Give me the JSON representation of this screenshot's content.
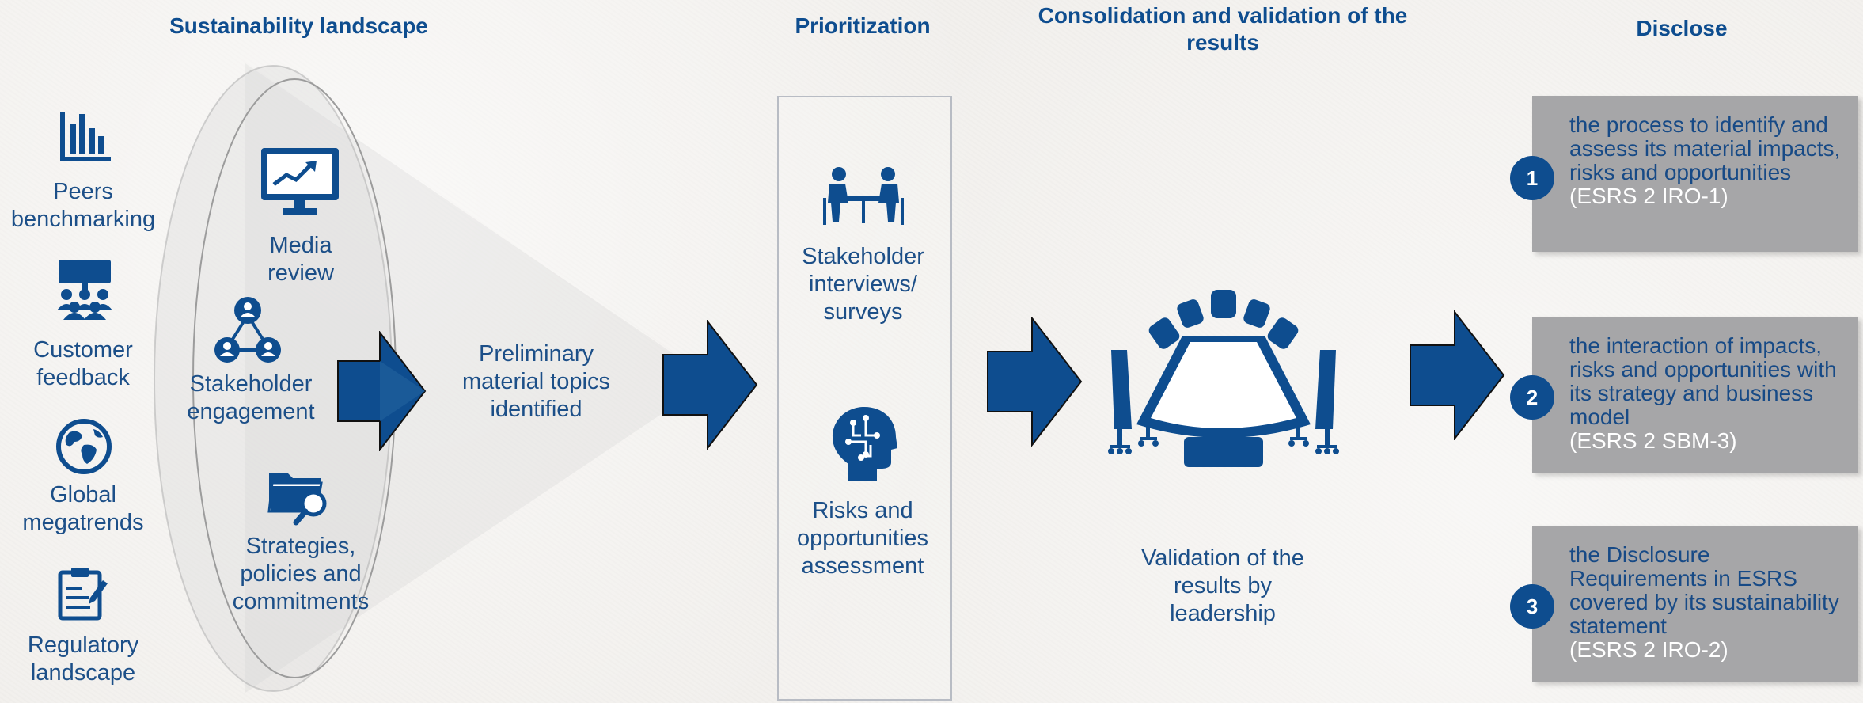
{
  "headings": {
    "landscape": "Sustainability landscape",
    "prioritization": "Prioritization",
    "consolidation": "Consolidation and validation of the results",
    "disclose": "Disclose"
  },
  "sources": {
    "peers": "Peers benchmarking",
    "customer": "Customer feedback",
    "global": "Global megatrends",
    "regulatory": "Regulatory landscape",
    "media": "Media review",
    "stakeholder_engagement": "Stakeholder engagement",
    "strategies": "Strategies, policies and commitments"
  },
  "preliminary": "Preliminary material topics identified",
  "prioritization": {
    "interviews": "Stakeholder interviews/ surveys",
    "risks": "Risks and opportunities assessment"
  },
  "validation": "Validation of the results by leadership",
  "disclose": [
    {
      "num": "1",
      "text": "the process to identify and assess its material impacts, risks and opportunities",
      "ref": "(ESRS 2 IRO-1)"
    },
    {
      "num": "2",
      "text": "the interaction of impacts, risks and opportunities with its strategy and business model",
      "ref": "(ESRS 2 SBM-3)"
    },
    {
      "num": "3",
      "text": "the Disclosure Requirements in ESRS covered by its sustainability statement",
      "ref": "(ESRS 2 IRO-2)"
    }
  ],
  "colors": {
    "primary": "#0e4d8f",
    "text": "#1c4f88",
    "card": "#a6a6a8"
  },
  "icons": [
    "bar-chart-icon",
    "presentation-group-icon",
    "globe-icon",
    "clipboard-icon",
    "monitor-chart-icon",
    "network-people-icon",
    "folder-search-icon",
    "interview-icon",
    "ai-head-icon",
    "conference-table-icon"
  ]
}
